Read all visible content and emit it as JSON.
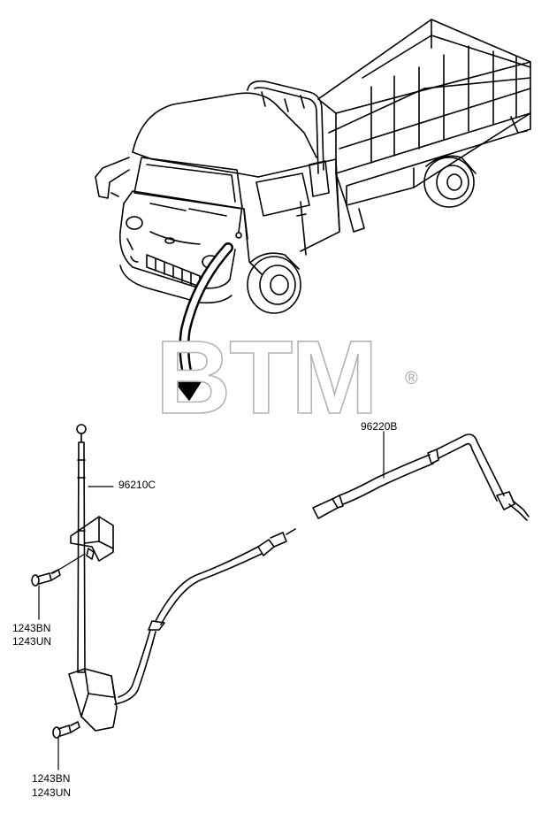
{
  "watermark": {
    "text": "BTM",
    "registered": "®",
    "color": "#b4b4b4"
  },
  "parts": {
    "antenna_rod": "96210C",
    "feeder_cable": "96220B",
    "screw_upper": [
      "1243BN",
      "1243UN"
    ],
    "screw_lower": [
      "1243BN",
      "1243UN"
    ]
  },
  "icons": {
    "vehicle": "truck-illustration",
    "pointer": "curved-arrow-icon"
  }
}
